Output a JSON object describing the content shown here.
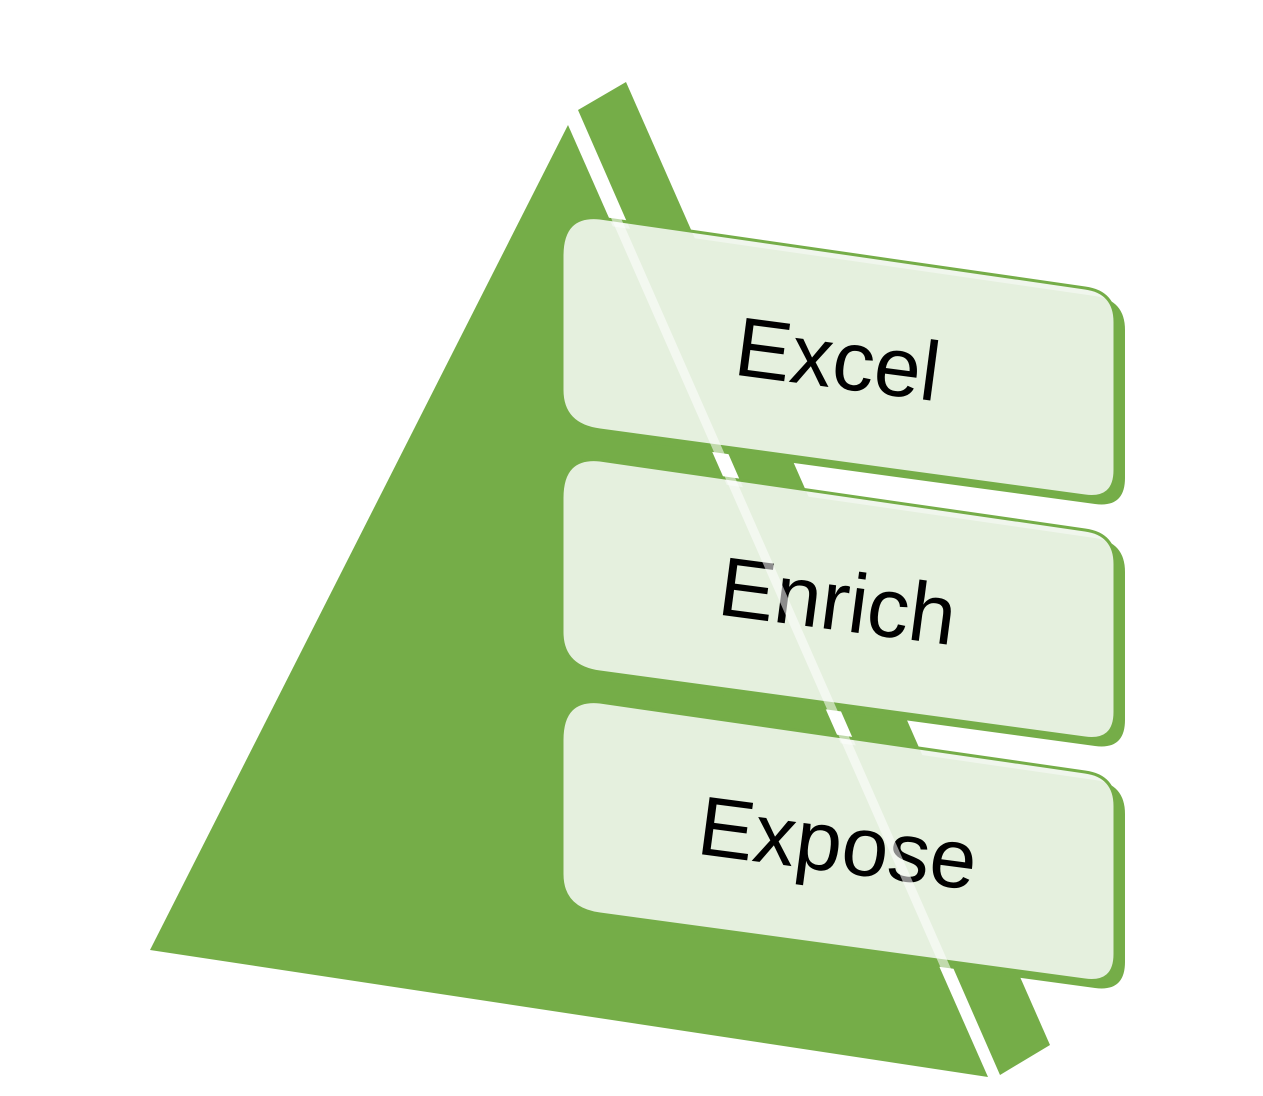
{
  "pyramid": {
    "fill_color": "#75ad48",
    "highlight_color": "#ffffff",
    "levels": [
      {
        "id": "excel",
        "label": "Excel"
      },
      {
        "id": "enrich",
        "label": "Enrich"
      },
      {
        "id": "expose",
        "label": "Expose"
      }
    ]
  },
  "box_style": {
    "fill_color": "#eff5ec",
    "border_color": "#75ad48"
  }
}
